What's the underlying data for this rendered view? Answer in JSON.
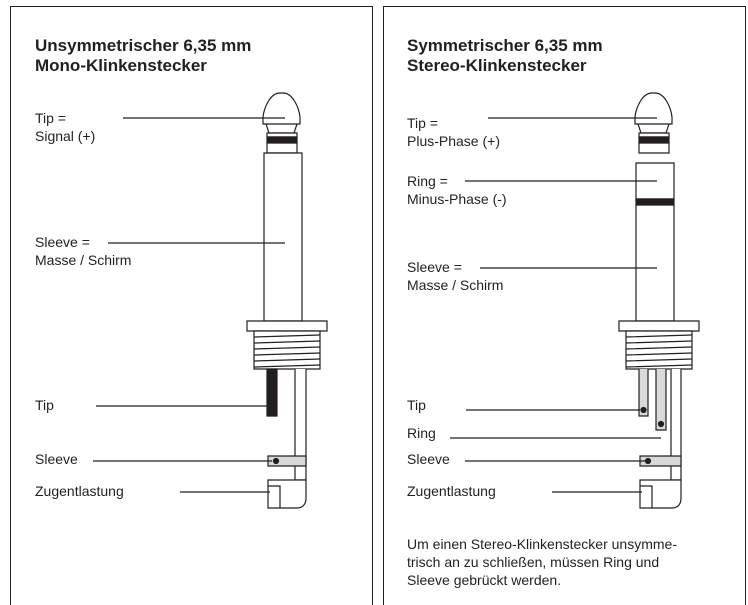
{
  "left_panel": {
    "title_line1": "Unsymmetrischer 6,35 mm",
    "title_line2": "Mono-Klinkenstecker",
    "tip_label_1": "Tip =",
    "tip_label_2": "Signal (+)",
    "sleeve_label_1": "Sleeve =",
    "sleeve_label_2": "Masse / Schirm",
    "tip_terminal": "Tip",
    "sleeve_terminal": "Sleeve",
    "strain_relief": "Zugentlastung"
  },
  "right_panel": {
    "title_line1": "Symmetrischer 6,35 mm",
    "title_line2": "Stereo-Klinkenstecker",
    "tip_label_1": "Tip =",
    "tip_label_2": "Plus-Phase (+)",
    "ring_label_1": "Ring =",
    "ring_label_2": "Minus-Phase (-)",
    "sleeve_label_1": "Sleeve =",
    "sleeve_label_2": "Masse / Schirm",
    "tip_terminal": "Tip",
    "ring_terminal": "Ring",
    "sleeve_terminal": "Sleeve",
    "strain_relief": "Zugentlastung",
    "note_line1": "Um einen Stereo-Klinkenstecker unsymme-",
    "note_line2": "trisch an zu schließen, müssen Ring und",
    "note_line3": "Sleeve gebrückt werden."
  },
  "colors": {
    "ink": "#231f20",
    "metal": "#d9d9d9",
    "background": "#ffffff"
  }
}
